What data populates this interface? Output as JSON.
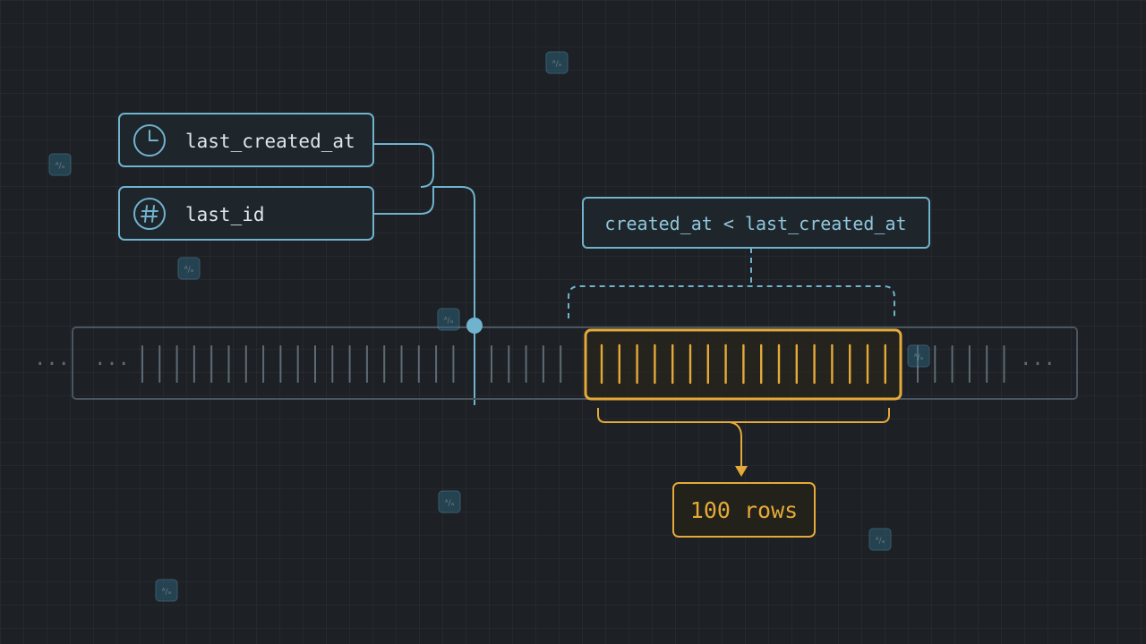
{
  "cursor_fields": [
    {
      "label": "last_created_at",
      "icon": "clock-icon"
    },
    {
      "label": "last_id",
      "icon": "hash-icon"
    }
  ],
  "filter_condition": "created_at < last_created_at",
  "result_label": "100 rows",
  "ellipsis_left": "···",
  "ellipsis_right": "···",
  "watermark_glyph": "ᴬ/ₐ",
  "colors": {
    "background": "#1d2024",
    "cyan": "#6fb3cf",
    "amber": "#e5a93a",
    "tick": "#5d6b75",
    "track_border": "#4a5560",
    "text": "#dfe6ea"
  }
}
